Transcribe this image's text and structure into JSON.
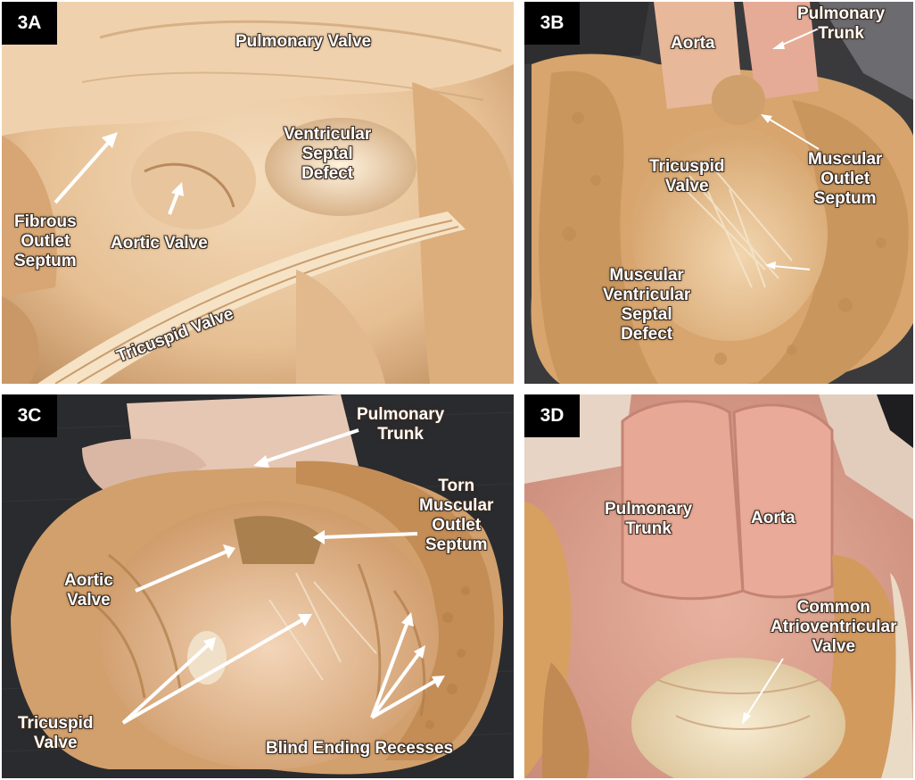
{
  "panels": {
    "a": {
      "tag": "3A",
      "labels": {
        "pulmonary_valve": "Pulmonary Valve",
        "vsd_1": "Ventricular",
        "vsd_2": "Septal",
        "vsd_3": "Defect",
        "fibrous_1": "Fibrous",
        "fibrous_2": "Outlet",
        "fibrous_3": "Septum",
        "aortic_valve": "Aortic Valve",
        "tricuspid_valve": "Tricuspid Valve"
      }
    },
    "b": {
      "tag": "3B",
      "labels": {
        "aorta": "Aorta",
        "pulm_trunk_1": "Pulmonary",
        "pulm_trunk_2": "Trunk",
        "tricuspid_1": "Tricuspid",
        "tricuspid_2": "Valve",
        "mos_1": "Muscular",
        "mos_2": "Outlet",
        "mos_3": "Septum",
        "mvsd_1": "Muscular",
        "mvsd_2": "Ventricular",
        "mvsd_3": "Septal",
        "mvsd_4": "Defect"
      }
    },
    "c": {
      "tag": "3C",
      "labels": {
        "pulm_trunk_1": "Pulmonary",
        "pulm_trunk_2": "Trunk",
        "torn_1": "Torn",
        "torn_2": "Muscular",
        "torn_3": "Outlet",
        "torn_4": "Septum",
        "aortic_1": "Aortic",
        "aortic_2": "Valve",
        "tricuspid_1": "Tricuspid",
        "tricuspid_2": "Valve",
        "blind": "Blind Ending Recesses"
      }
    },
    "d": {
      "tag": "3D",
      "labels": {
        "pulm_trunk_1": "Pulmonary",
        "pulm_trunk_2": "Trunk",
        "aorta": "Aorta",
        "cav_1": "Common",
        "cav_2": "Atrioventricular",
        "cav_3": "Valve"
      }
    }
  },
  "colors": {
    "tissue_light": "#f0d2ae",
    "tissue_mid": "#d9aa78",
    "tissue_dark": "#9c6a3e",
    "myocardium": "#c8935a",
    "pink_tissue": "#e6a99a",
    "background_dark": "#2b2b2e",
    "arrow": "#ffffff"
  }
}
